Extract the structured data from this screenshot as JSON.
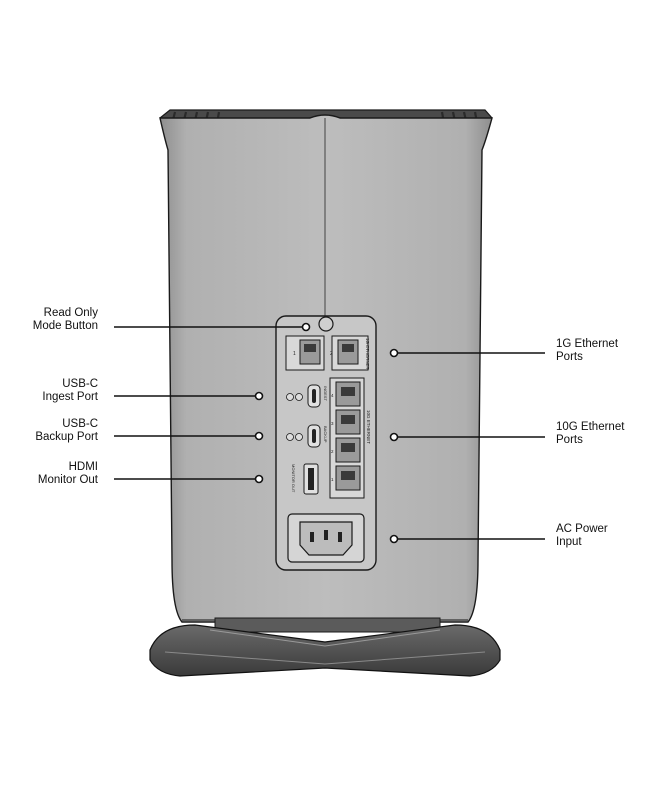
{
  "callouts": {
    "read_only": {
      "line1": "Read Only",
      "line2": "Mode Button"
    },
    "usb_ingest": {
      "line1": "USB-C",
      "line2": "Ingest Port"
    },
    "usb_backup": {
      "line1": "USB-C",
      "line2": "Backup Port"
    },
    "hdmi": {
      "line1": "HDMI",
      "line2": "Monitor Out"
    },
    "eth_1g": {
      "line1": "1G Ethernet",
      "line2": "Ports"
    },
    "eth_10g": {
      "line1": "10G Ethernet",
      "line2": "Ports"
    },
    "ac_power": {
      "line1": "AC Power",
      "line2": "Input"
    }
  },
  "panel_labels": {
    "ethernet_1g": "1G ETHERNET",
    "ethernet_10g": "10G ETHERNET",
    "ingest": "INGEST",
    "backup": "BACKUP",
    "monitor_out": "MONITOR OUT",
    "port_1": "1",
    "port_2": "2",
    "port_3": "3",
    "port_4": "4"
  },
  "colors": {
    "body_fill": "#b4b4b4",
    "body_dark": "#5a5a5a",
    "panel_fill": "#c6c6c6",
    "outline": "#1a1a1a",
    "leader": "#111111"
  }
}
